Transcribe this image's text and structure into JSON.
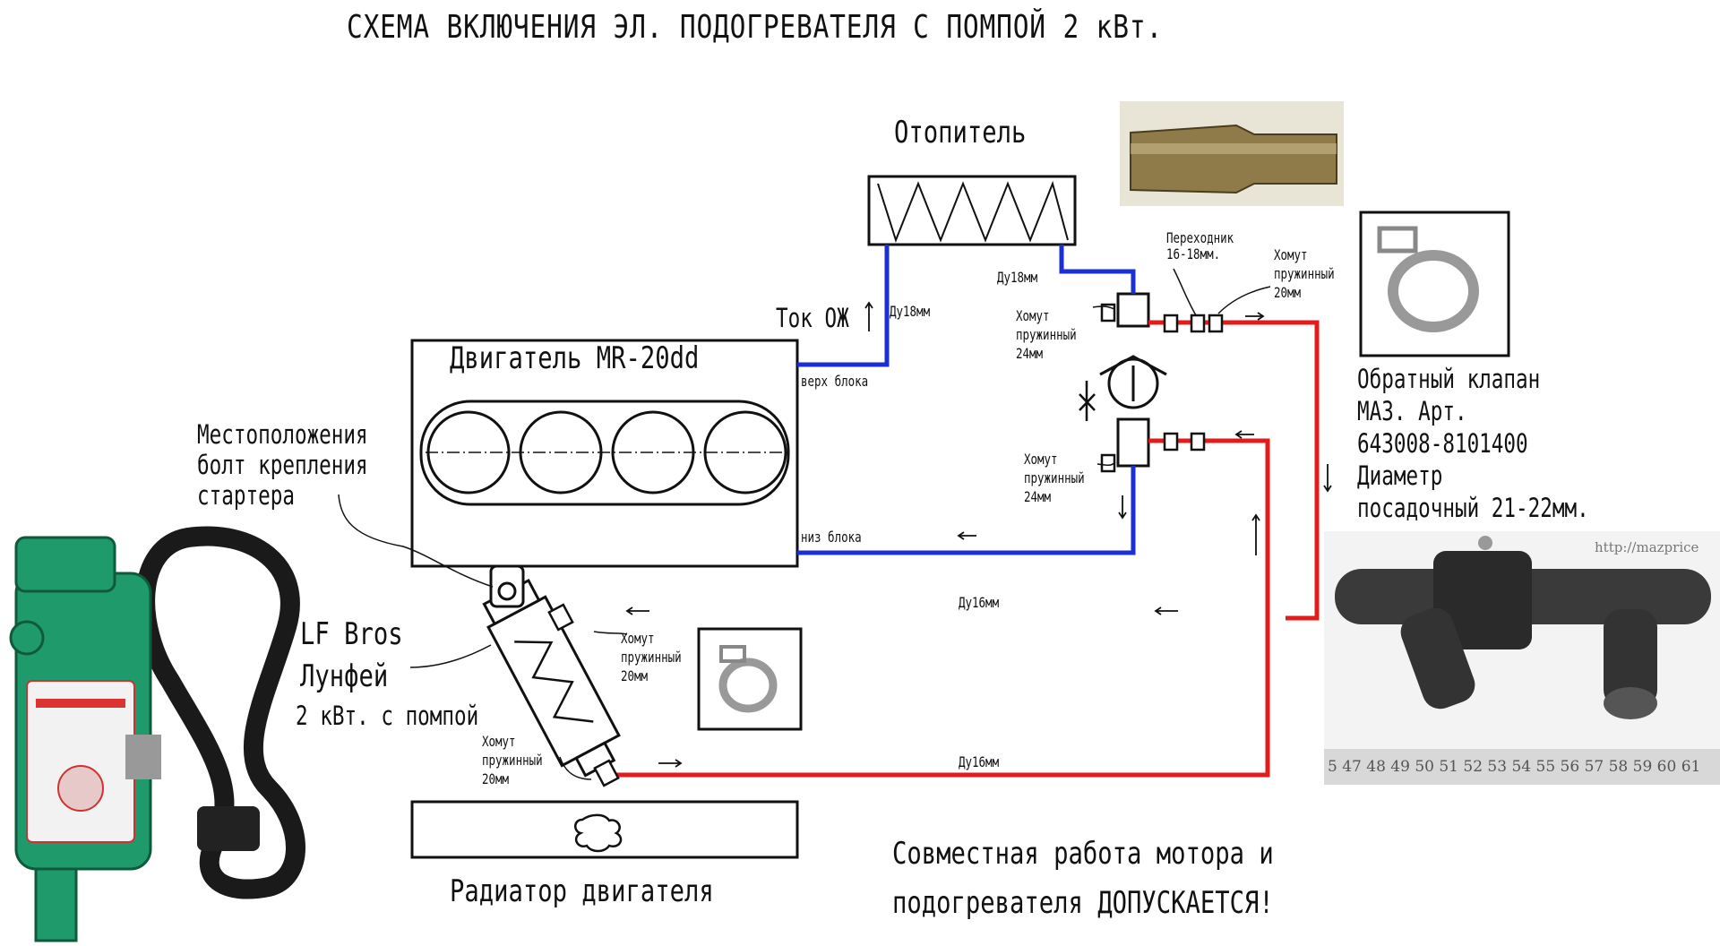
{
  "title": "СХЕМА ВКЛЮЧЕНИЯ ЭЛ. ПОДОГРЕВАТЕЛЯ С ПОМПОЙ 2 кВт.",
  "heater_box": {
    "label": "Отопитель"
  },
  "engine": {
    "label": "Двигатель MR-20dd",
    "top_port": "верх блока",
    "bottom_port": "низ блока"
  },
  "flow_label": {
    "text": "Ток ОЖ",
    "size": "Ду18мм"
  },
  "upper_right_size": "Ду18мм",
  "adapter": {
    "line1": "Переходник",
    "line2": "16-18мм."
  },
  "clamps": {
    "line1": "Хомут",
    "line2": "пружинный",
    "size_20": "20мм",
    "size_24": "24мм"
  },
  "check_valve": {
    "line1": "Обратный клапан",
    "line2": "МАЗ. Арт.",
    "line3": "643008-8101400",
    "line4": "Диаметр",
    "line5": "посадочный 21-22мм."
  },
  "starter_note": {
    "line1": "Местоположения",
    "line2": "болт крепления",
    "line3": "стартера"
  },
  "heater_unit": {
    "line1": "LF Bros",
    "line2": "Лунфей",
    "line3": "2 кВт. с помпой"
  },
  "hose_size_16": "Ду16мм",
  "radiator": {
    "label": "Радиатор двигателя"
  },
  "note": {
    "line1": "Совместная работа мотора и",
    "line2": "подогревателя ДОПУСКАЕТСЯ!"
  },
  "ruler_numbers": "5 47 48 49 50 51 52 53 54 55 56 57 58 59 60 61",
  "watermark": "http://mazprice",
  "colors": {
    "hot_line": "#e31b1b",
    "cold_line": "#1a2fd6",
    "outline": "#111111",
    "heater_green": "#1f9a6a"
  }
}
